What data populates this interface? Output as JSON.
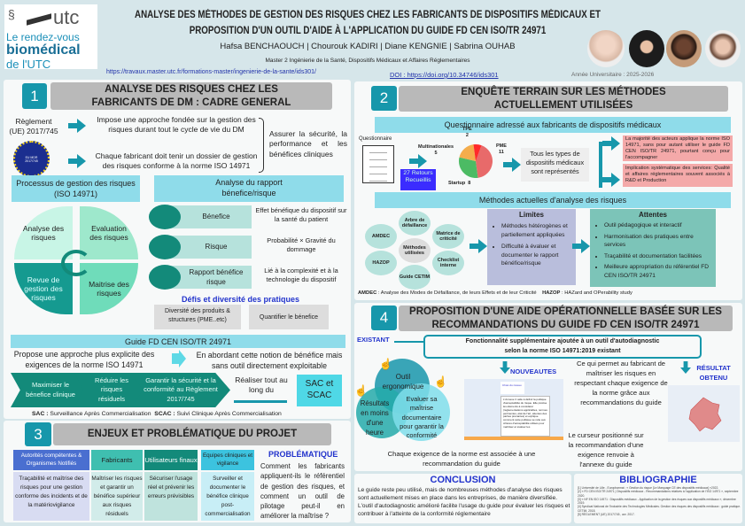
{
  "header": {
    "logo": {
      "top": "utc",
      "line1": "Le rendez-vous",
      "line2": "biomédical",
      "line3": "de l'UTC"
    },
    "title_line1": "ANALYSE DES MÉTHODES DE GESTION DES RISQUES CHEZ LES FABRICANTS DE DISPOSITIFS MÉDICAUX ET",
    "title_line2": "PROPOSITION D'UN OUTIL D'AIDE À L'APPLICATION DU GUIDE FD CEN ISO/TR 24971",
    "authors": "Hafsa BENCHAOUCH | Chourouk KADIRI | Diane KENGNIE | Sabrina OUHAB",
    "program": "Master 2 Ingénierie de la Santé, Dispositifs Médicaux et Affaires Réglementaires",
    "url": "https://travaux.master.utc.fr/formations-master/ingenierie-de-la-sante/ids301/",
    "doi": "DOI : https://doi.org/10.34746/ids301",
    "year": "Année Universitaire : 2025-2026"
  },
  "s1": {
    "num": "1",
    "title": "ANALYSE DES RISQUES CHEZ LES FABRICANTS DE DM : CADRE GENERAL",
    "reglement": "Règlement (UE) 2017/745",
    "flag_text": "EU MDR 2017/745",
    "impose": "Impose une approche fondée sur la gestion des risques durant tout le cycle de vie du DM",
    "chaque": "Chaque fabricant doit tenir un dossier de gestion des risques conforme à la norme ISO 14971",
    "assurer": "Assurer la sécurité, la performance et les bénéfices cliniques",
    "processus_title": "Processus de gestion des risques (ISO 14971)",
    "quadrants": [
      "Analyse des risques",
      "Evaluation des risques",
      "Revue de gestion des risques",
      "Maitrise des risques"
    ],
    "rapport_title": "Analyse du rapport bénefice/risque",
    "rows": [
      {
        "label": "Bénefice",
        "desc": "Effet bénéfique du dispositif sur la santé du patient"
      },
      {
        "label": "Risque",
        "desc": "Probabilité × Gravité du dommage"
      },
      {
        "label": "Rapport bénéfice risque",
        "desc": "Lié à la complexité et à la technologie du dispositif"
      }
    ],
    "defis_title": "Défis et diversité des pratiques",
    "defis": [
      "Diversité des produits & structures (PME..etc)",
      "Quantifier le bénefice"
    ],
    "guide_title": "Guide FD CEN ISO/TR 24971",
    "propose": "Propose une approche plus explicite des exigences de la norme ISO 14971",
    "abordant": "En abordant cette notion de bénéfice mais sans outil directement exploitable",
    "chevrons": [
      "Maximiser le bénefice clinique",
      "Réduire les risques résiduels",
      "Garantir la sécurité et la conformité au Règlement 2017/745"
    ],
    "realiser": "Réaliser tout au long du",
    "sac_box": "SAC et SCAC",
    "legend_sac_k": "SAC :",
    "legend_sac_v": "Surveillance Après Commercialisation",
    "legend_scac_k": "SCAC :",
    "legend_scac_v": "Suivi Clinique Après Commercialisation"
  },
  "s3": {
    "num": "3",
    "title": "ENJEUX ET PROBLÉMATIQUE DU PROJET",
    "columns": [
      {
        "head": "Autorités compétentes & Organismes Notifiés",
        "body": "Traçabilité et maîtrise des risques pour une gestion conforme des incidents et de la matériovigilance",
        "hc": "#4a6fd0",
        "bc": "#d8dcf2",
        "ht": "#fff"
      },
      {
        "head": "Fabricants",
        "body": "Maîtriser les risques et garantir un bénéfice supérieur aux risques résiduels",
        "hc": "#3fbfb0",
        "bc": "#d2ecea",
        "ht": "#222"
      },
      {
        "head": "Utilisateurs finaux",
        "body": "Sécuriser l'usage réel et prévenir les erreurs prévisibles",
        "hc": "#138a7a",
        "bc": "#bfe3dd",
        "ht": "#fff"
      },
      {
        "head": "Equipes cliniques et vigilance",
        "body": "Surveiller et documenter le bénéfice clinique post-commercialisation",
        "hc": "#3cc3df",
        "bc": "#c8eef6",
        "ht": "#222"
      }
    ],
    "problematique_title": "PROBLÉMATIQUE",
    "problematique": "Comment les fabricants appliquent-ils le référentiel de gestion des risques, et comment un outil de pilotage peut-il en améliorer la maîtrise ?"
  },
  "s2": {
    "num": "2",
    "title": "ENQUÊTE TERRAIN SUR LES MÉTHODES ACTUELLEMENT UTILISÉES",
    "questionnaire_bar": "Questionnaire adressé aux fabricants de dispositifs médicaux",
    "questionnaire_label": "Questionnaire",
    "retours": "27 Retours Recueillis",
    "pie_labels": [
      {
        "name": "Multinationales",
        "value": "5"
      },
      {
        "name": "TPE",
        "value": "2"
      },
      {
        "name": "PME",
        "value": "11"
      },
      {
        "name": "Startup",
        "value": "8"
      }
    ],
    "tous": "Tous les types de dispositifs médicaux sont représentés",
    "finding1": "La majorité des acteurs applique la norme ISO 14971, sans pour autant utiliser le guide FD CEN ISO/TR 24971, pourtant conçu pour l'accompagner",
    "finding2": "Implication systématique des services: Qualité et affaires réglementaires souvent associés à R&D et Production",
    "methodes_bar": "Méthodes actuelles d'analyse des risques",
    "center": "Méthodes utilisées",
    "methods": [
      "Arbre de défaillance",
      "Matrice de criticité",
      "Checklist interne",
      "Guide CETIM",
      "HAZOP",
      "AMDEC"
    ],
    "limites_title": "Limites",
    "limites": [
      "Méthodes hétérogènes et partiellement appliquées",
      "Difficulté à évaluer et documenter le rapport bénéfice/risque"
    ],
    "attentes_title": "Attentes",
    "attentes": [
      "Outil pédagogique et interactif",
      "Harmonisation des pratiques entre services",
      "Traçabilité et documentation facilitées",
      "Meilleure appropriation du référentiel FD CEN ISO/TR 24971"
    ],
    "amdec_k": "AMDEC",
    "amdec_v": " : Analyse des Modes de Défaillance, de leurs Effets et de leur Criticité",
    "hazop_k": "HAZOP",
    "hazop_v": " : HAZard and OPerability study"
  },
  "chart_data": {
    "type": "pie",
    "categories": [
      "PME",
      "Startup",
      "Multinationales",
      "TPE"
    ],
    "values": [
      11,
      8,
      5,
      2
    ],
    "colors": [
      "#e86a6a",
      "#4cbb64",
      "#f4ad4c",
      "#ff2a2a"
    ]
  },
  "s4": {
    "num": "4",
    "title": "PROPOSITION D'UNE AIDE OPÉRATIONNELLE BASÉE SUR LES RECOMMANDATIONS DU GUIDE FD CEN ISO/TR 24971",
    "existant": "EXISTANT",
    "fonction": "Fonctionnalité supplémentaire ajoutée à un outil d'autodiagnostic selon la norme ISO 14971:2019 existant",
    "venn": [
      "Outil ergonomique",
      "Résultats en moins d'une heure",
      "Evaluer sa maîtrise documentaire pour garantir la conformité"
    ],
    "nouveautes": "NOUVEAUTES",
    "screenshot_text": "L'Annexe C aide à définir la politique d'acceptabilité du risque. Elle précise les éléments à considérer (réglementations applicables, normes pertinentes, état de l'art, attentes des parties prenantes) et explique comment cette politique se relie aux critères d'acceptabilité utilisés pour maîtriser et évaluer les",
    "screenshot_select": "Choix du niveau",
    "ce_qui": "Ce qui permet au fabricant de maîtriser les risques en respectant chaque exigence de la norme grâce aux recommandations du guide",
    "resultat": "RÉSULTAT OBTENU",
    "curseur": "Le curseur positionné sur la recommandation d'une exigence renvoie à l'annexe du guide",
    "chaque": "Chaque exigence de la norme est associée à une recommandation du guide"
  },
  "conclusion": {
    "title": "CONCLUSION",
    "text": "Le guide reste peu utilisé, mais de nombreuses méthodes d'analyse des risques sont actuellement mises en place dans les entreprises, de manière diversifiée. L'outil d'autodiagnostic amélioré facilite l'usage du guide pour évaluer les risques et contribuer à l'atteinte de la conformité réglementaire"
  },
  "biblio": {
    "title": "BIBLIOGRAPHIE",
    "items": [
      "[1] Université de Lille - Europharmat ; « Gestion du risque [Le Marquage CE des dispositifs médicaux] »2022.",
      "[2] « FD CEN ISO/TR 24971 | Dispositifs médicaux - Recommandations relatives à l'application de l'ISO 14971 », septembre 2020.",
      "[3] « NF EN ISO 14971 : Dispositifs médicaux - Application de la gestion des risques aux dispositifs médicaux », décembre 2019.",
      "[4] Syndicat National de l'Industrie des Technologies Médicales. Gestion des risques des dispositifs médicaux : guide pratique. CETIM, 2018.",
      "[5] RÈGLEMENT (UE) 2017/745 , avr. 2017."
    ]
  }
}
